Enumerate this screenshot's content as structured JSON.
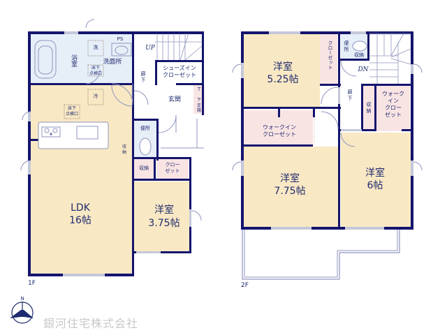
{
  "floor1": {
    "label": "1F",
    "rooms": {
      "bath": "浴室",
      "washroom": "洗面所",
      "washer": "洗",
      "ps": "PS",
      "underfloor_hatch1": "床下\n点検口",
      "up": "UP",
      "hallway": "廊\n下",
      "shoe_closet": "シューズイン\nクローゼット",
      "entrance": "玄関",
      "t_mark": "T",
      "shoe_box": "下\n足\n箱",
      "fridge": "冷",
      "underfloor_hatch2": "床下\n点検口",
      "toilet": "便所",
      "storage_small": "収\n納",
      "storage": "収納",
      "closet": "クロー\nゼット",
      "ldk_name": "LDK",
      "ldk_size": "16帖",
      "western_name": "洋室",
      "western_size": "3.75帖"
    }
  },
  "floor2": {
    "label": "2F",
    "rooms": {
      "western1_name": "洋室",
      "western1_size": "5.25帖",
      "closet_vertical": "クローゼット",
      "toilet": "便\n所",
      "storage_small": "収納",
      "dn": "DN",
      "hallway": "廊\n下",
      "storage": "収\n納",
      "wic_right": "ウォーク\nイン\nクロー\nゼット",
      "wic_left": "ウォークイン\nクローゼット",
      "western2_name": "洋室",
      "western2_size": "7.75帖",
      "western3_name": "洋室",
      "western3_size": "6帖"
    }
  },
  "footer": {
    "compass_label": "N",
    "company": "銀河住宅株式会社"
  },
  "colors": {
    "wall": "#14146e",
    "living": "#f9e8c4",
    "closet": "#f9e4e4",
    "wet": "#e6eef8",
    "company_text": "#c8c8c8"
  }
}
